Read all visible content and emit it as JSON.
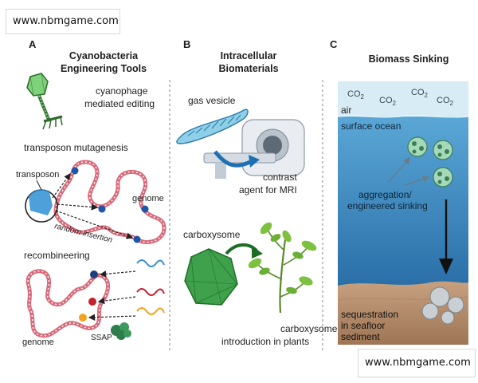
{
  "watermark": {
    "top": "www.nbmgame.com",
    "bottom": "www.nbmgame.com"
  },
  "panels": {
    "a": {
      "letter": "A",
      "title": [
        "Cyanobacteria",
        "Engineering Tools"
      ],
      "cyanophage": [
        "cyanophage",
        "mediated editing"
      ],
      "transposon_mutagenesis": "transposon mutagenesis",
      "transposon": "transposon",
      "genome_top": "genome",
      "random_insertion": "random insertion",
      "recombineering": "recombineering",
      "genome_bottom": "genome",
      "ssap": "SSAP"
    },
    "b": {
      "letter": "B",
      "title": [
        "Intracellular",
        "Biomaterials"
      ],
      "gas_vesicle": "gas vesicle",
      "contrast": [
        "contrast",
        "agent for MRI"
      ],
      "carboxysome": "carboxysome",
      "intro": [
        "carboxysome",
        "introduction in plants"
      ]
    },
    "c": {
      "letter": "C",
      "title": "Biomass Sinking",
      "co2": "CO",
      "co2_sub": "2",
      "air": "air",
      "surface_ocean": "surface ocean",
      "aggregation": [
        "aggregation/",
        "engineered sinking"
      ],
      "sequestration": [
        "sequestration",
        "in seafloor",
        "sediment"
      ]
    }
  },
  "colors": {
    "ocean_top": "#5aa7d6",
    "ocean_bottom": "#2a6fa8",
    "sky": "#d7ecf4",
    "sediment": "#c7a07f",
    "chromosome": "#d86a7a",
    "hexagon": "#3fa14b",
    "gas_vesicle": "#8fd0e8"
  }
}
